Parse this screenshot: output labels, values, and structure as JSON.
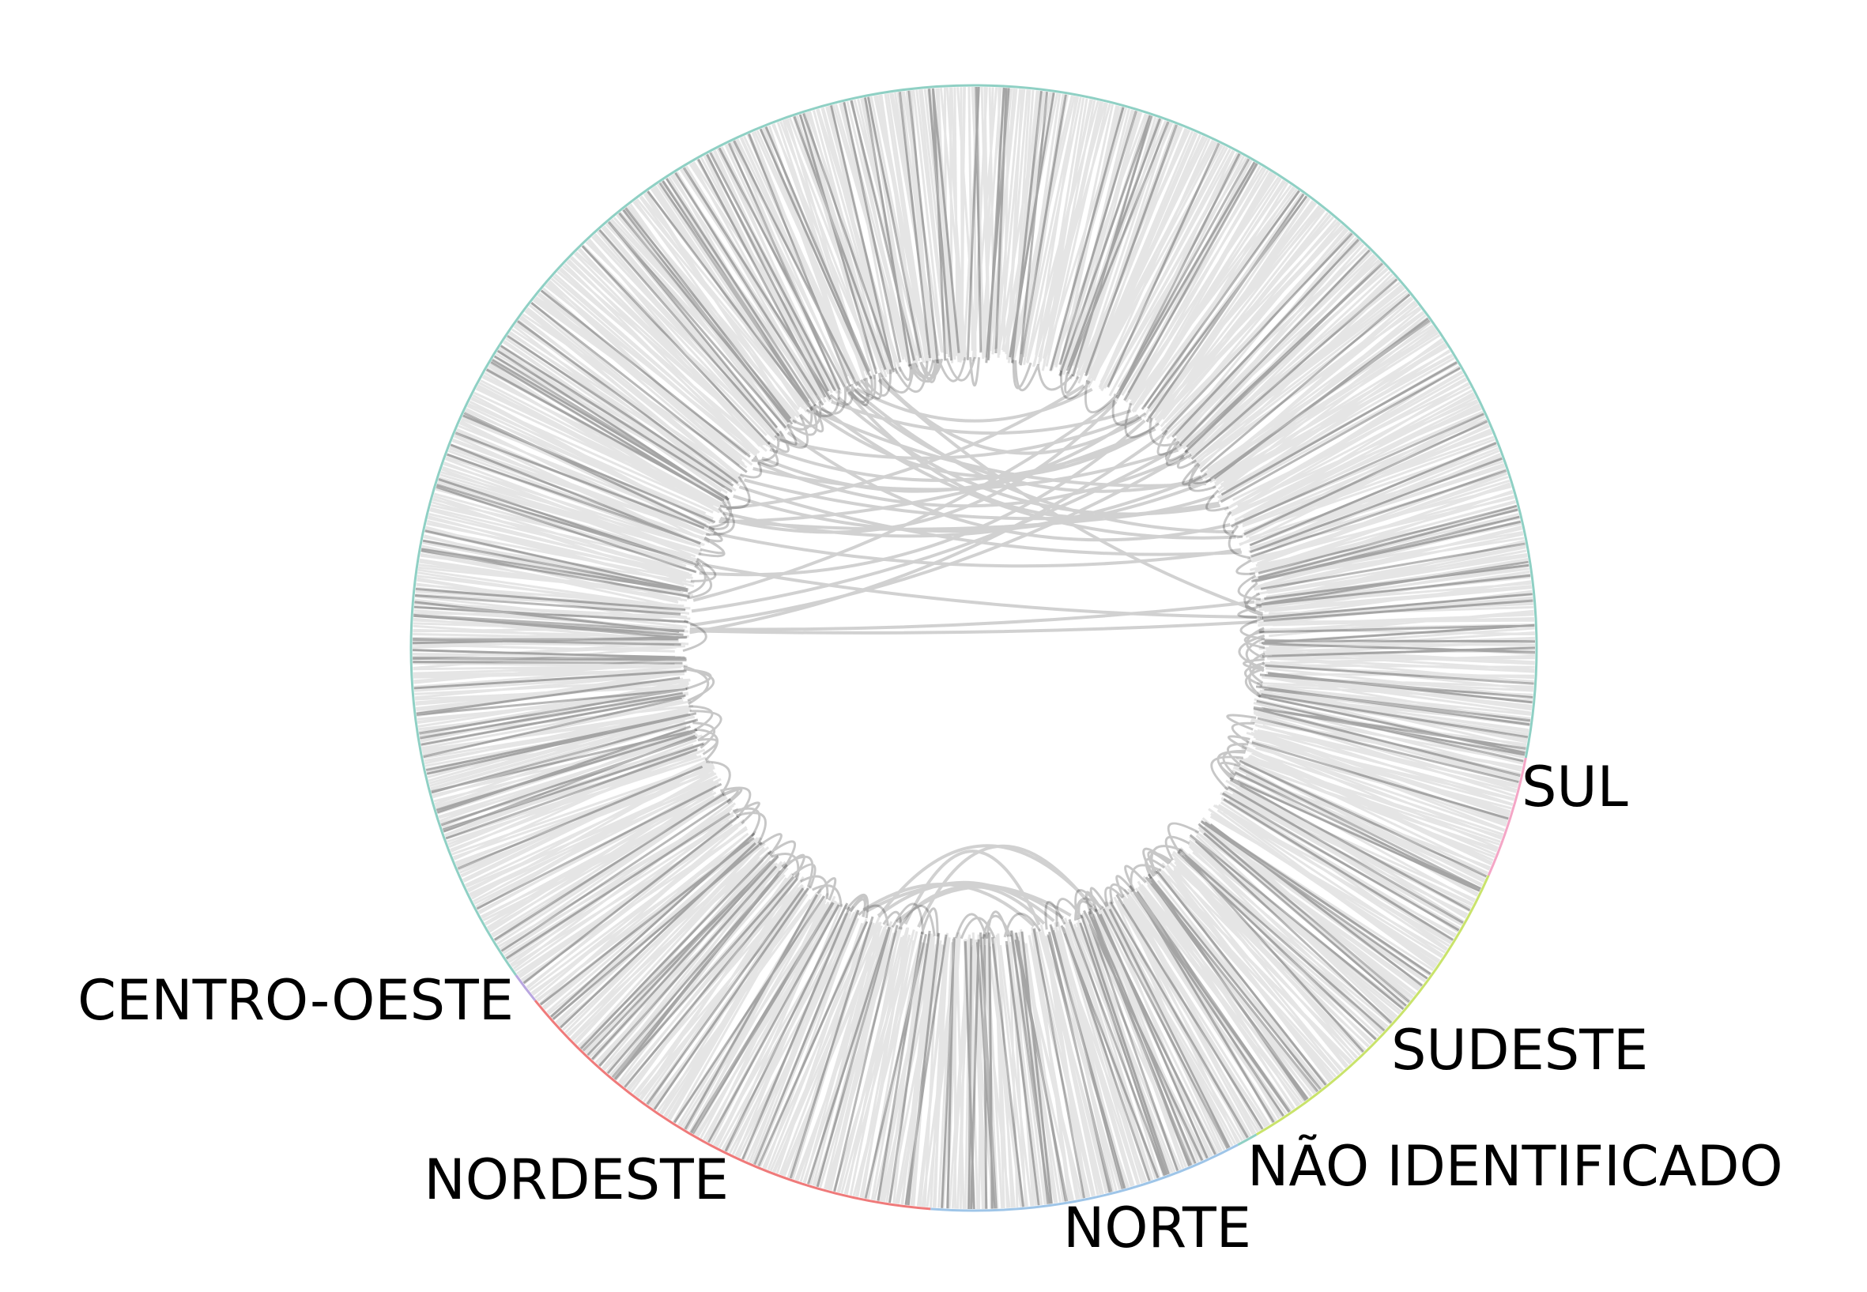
{
  "chart_data": {
    "type": "chord",
    "groups": [
      {
        "name": "SUL",
        "share": 0.035,
        "color": "#f4a6c6"
      },
      {
        "name": "SUDESTE",
        "share": 0.1,
        "color": "#c9e36b"
      },
      {
        "name": "NÃO IDENTIFICADO",
        "share": 0.006,
        "color": "#8fd0c4"
      },
      {
        "name": "NORTE",
        "share": 0.09,
        "color": "#9ec5e8"
      },
      {
        "name": "NORDESTE",
        "share": 0.13,
        "color": "#ef7a7a"
      },
      {
        "name": "CENTRO-OESTE",
        "share": 0.009,
        "color": "#b9a6e0"
      },
      {
        "name": "",
        "share": 0.63,
        "color": "#8fd0c4"
      }
    ],
    "edge_color": "#000000",
    "edge_opacity": 0.18,
    "background": "#ffffff"
  }
}
